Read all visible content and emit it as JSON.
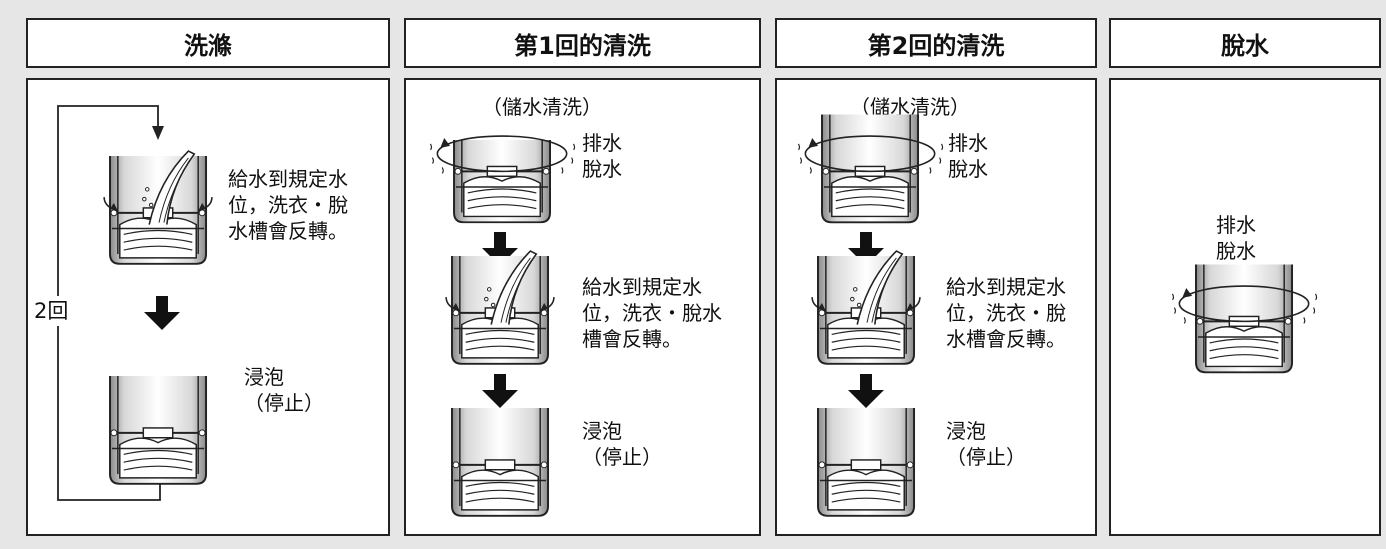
{
  "panels": [
    {
      "title": "洗滌"
    },
    {
      "title": "第1回的清洗"
    },
    {
      "title": "第2回的清洗"
    },
    {
      "title": "脫水"
    }
  ],
  "wash": {
    "step1": "給水到規定水\n位，洗衣・脫\n水槽會反轉。",
    "repeat": "2回",
    "step2": "浸泡\n（停止）"
  },
  "rinse1": {
    "mode": "（儲水清洗）",
    "step1": "排水\n脫水",
    "step2": "給水到規定水\n位，洗衣・脫水\n槽會反轉。",
    "step3": "浸泡\n（停止）"
  },
  "rinse2": {
    "mode": "（儲水清洗）",
    "step1": "排水\n脫水",
    "step2": "給水到規定水\n位，洗衣・脫\n水槽會反轉。",
    "step3": "浸泡\n（停止）"
  },
  "spin": {
    "step1": "排水\n脫水"
  }
}
